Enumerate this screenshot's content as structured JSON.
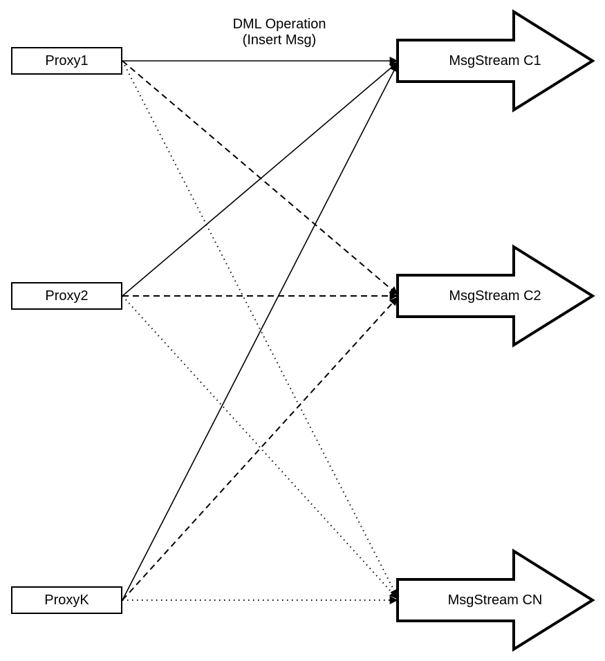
{
  "diagram": {
    "title_line1": "DML Operation",
    "title_line2": "(Insert Msg)",
    "colors": {
      "line": "#000000",
      "shape_fill": "#ffffff",
      "background": "#ffffff"
    },
    "proxies": [
      {
        "label": "Proxy1"
      },
      {
        "label": "Proxy2"
      },
      {
        "label": "ProxyK"
      }
    ],
    "streams": [
      {
        "label": "MsgStream C1"
      },
      {
        "label": "MsgStream C2"
      },
      {
        "label": "MsgStream CN"
      }
    ],
    "connections": [
      {
        "from": "Proxy1",
        "to": "MsgStream C1",
        "style": "solid"
      },
      {
        "from": "Proxy2",
        "to": "MsgStream C1",
        "style": "solid"
      },
      {
        "from": "ProxyK",
        "to": "MsgStream C1",
        "style": "solid"
      },
      {
        "from": "Proxy1",
        "to": "MsgStream C2",
        "style": "dashed"
      },
      {
        "from": "Proxy2",
        "to": "MsgStream C2",
        "style": "dashed"
      },
      {
        "from": "ProxyK",
        "to": "MsgStream C2",
        "style": "dashed"
      },
      {
        "from": "Proxy1",
        "to": "MsgStream CN",
        "style": "dotted"
      },
      {
        "from": "Proxy2",
        "to": "MsgStream CN",
        "style": "dotted"
      },
      {
        "from": "ProxyK",
        "to": "MsgStream CN",
        "style": "dotted"
      }
    ]
  }
}
